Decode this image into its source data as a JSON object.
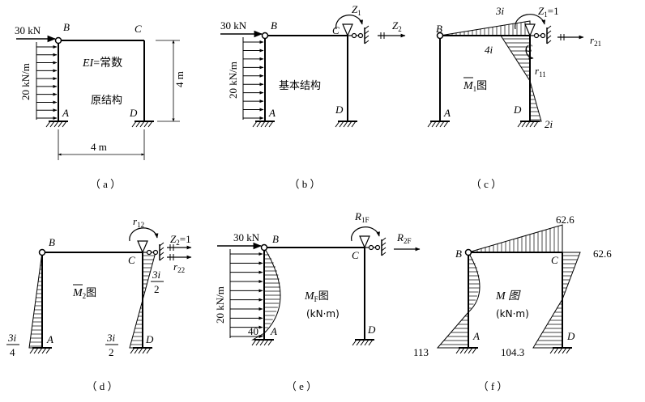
{
  "panels": {
    "a": {
      "caption": "（ a ）",
      "load_point": "30 kN",
      "load_dist": "20 kN/m",
      "ei_label_1": "EI",
      "ei_label_2": "=常数",
      "structure_label": "原结构",
      "dim_h": "4 m",
      "dim_v": "4 m",
      "node_a": "A",
      "node_b": "B",
      "node_c": "C",
      "node_d": "D"
    },
    "b": {
      "caption": "（ b ）",
      "load_point": "30 kN",
      "load_dist": "20 kN/m",
      "structure_label": "基本结构",
      "z1": "Z",
      "z1_sub": "1",
      "z2": "Z",
      "z2_sub": "2",
      "node_a": "A",
      "node_b": "B",
      "node_c": "C",
      "node_d": "D"
    },
    "c": {
      "caption": "（ c ）",
      "val_3i": "3i",
      "val_4i": "4i",
      "val_2i": "2i",
      "z1": "Z",
      "z1_sub": "1",
      "z1_eq": "=1",
      "r21": "r",
      "r21_sub": "21",
      "r11": "r",
      "r11_sub": "11",
      "diagram_m": "M",
      "diagram_sub": "1",
      "diagram_suffix": "图",
      "node_a": "A",
      "node_b": "B",
      "node_c": "C",
      "node_d": "D"
    },
    "d": {
      "caption": "（ d ）",
      "r12": "r",
      "r12_sub": "12",
      "z2": "Z",
      "z2_sub": "2",
      "z2_eq": "=1",
      "r22": "r",
      "r22_sub": "22",
      "frac_3i": "3i",
      "den_2": "2",
      "den_4": "4",
      "diagram_m": "M",
      "diagram_sub": "2",
      "diagram_suffix": "图",
      "node_a": "A",
      "node_b": "B",
      "node_c": "C",
      "node_d": "D"
    },
    "e": {
      "caption": "（ e ）",
      "load_point": "30 kN",
      "load_dist": "20 kN/m",
      "r1f": "R",
      "r1f_sub": "1F",
      "r2f": "R",
      "r2f_sub": "2F",
      "diagram_m": "M",
      "diagram_sub": "F",
      "diagram_suffix": "图",
      "unit": "(kN·m)",
      "val_40": "40",
      "node_a": "A",
      "node_b": "B",
      "node_c": "C",
      "node_d": "D"
    },
    "f": {
      "caption": "（ f ）",
      "val_626_top": "62.6",
      "val_626_right": "62.6",
      "val_113": "113",
      "val_1043": "104.3",
      "diagram_label": "M 图",
      "unit": "(kN·m)",
      "node_a": "A",
      "node_b": "B",
      "node_c": "C",
      "node_d": "D"
    }
  }
}
